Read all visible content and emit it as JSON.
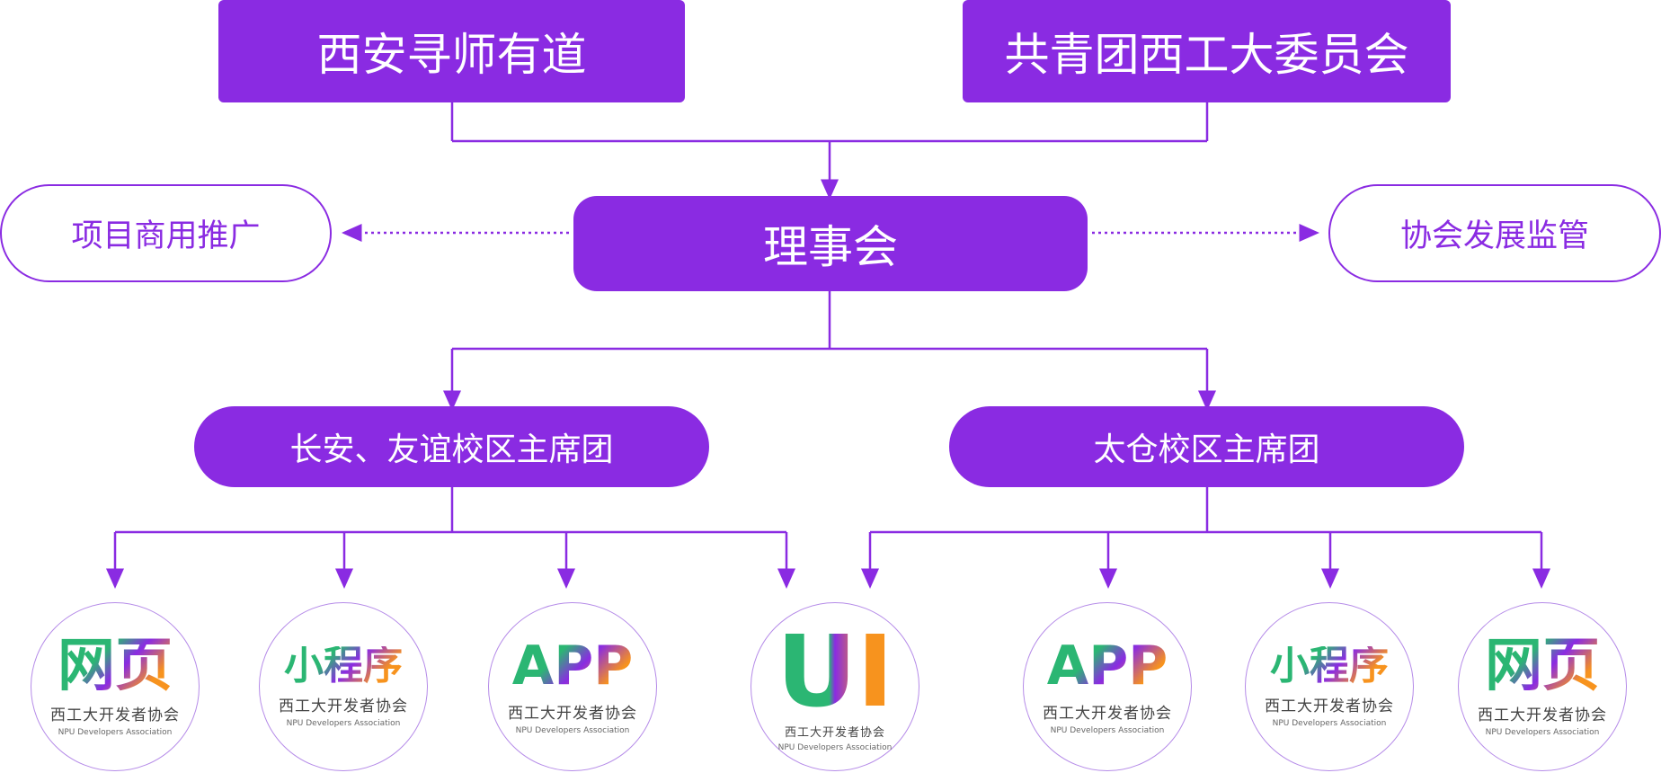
{
  "colors": {
    "primary": "#8a2be2",
    "green": "#2bb673",
    "orange": "#f7931e"
  },
  "top": {
    "left": "西安寻师有道",
    "right": "共青团西工大委员会"
  },
  "council": {
    "label": "理事会"
  },
  "side": {
    "left": "项目商用推广",
    "right": "协会发展监管"
  },
  "campus": {
    "left": "长安、友谊校区主席团",
    "right": "太仓校区主席团"
  },
  "logos": [
    {
      "title": "网页",
      "sub": "西工大开发者协会",
      "en": "NPU Developers Association"
    },
    {
      "title": "小程序",
      "sub": "西工大开发者协会",
      "en": "NPU Developers Association"
    },
    {
      "title": "APP",
      "sub": "西工大开发者协会",
      "en": "NPU Developers Association"
    },
    {
      "title": "UI",
      "sub": "西工大开发者协会",
      "en": "NPU Developers Association"
    },
    {
      "title": "APP",
      "sub": "西工大开发者协会",
      "en": "NPU Developers Association"
    },
    {
      "title": "小程序",
      "sub": "西工大开发者协会",
      "en": "NPU Developers Association"
    },
    {
      "title": "网页",
      "sub": "西工大开发者协会",
      "en": "NPU Developers Association"
    }
  ]
}
